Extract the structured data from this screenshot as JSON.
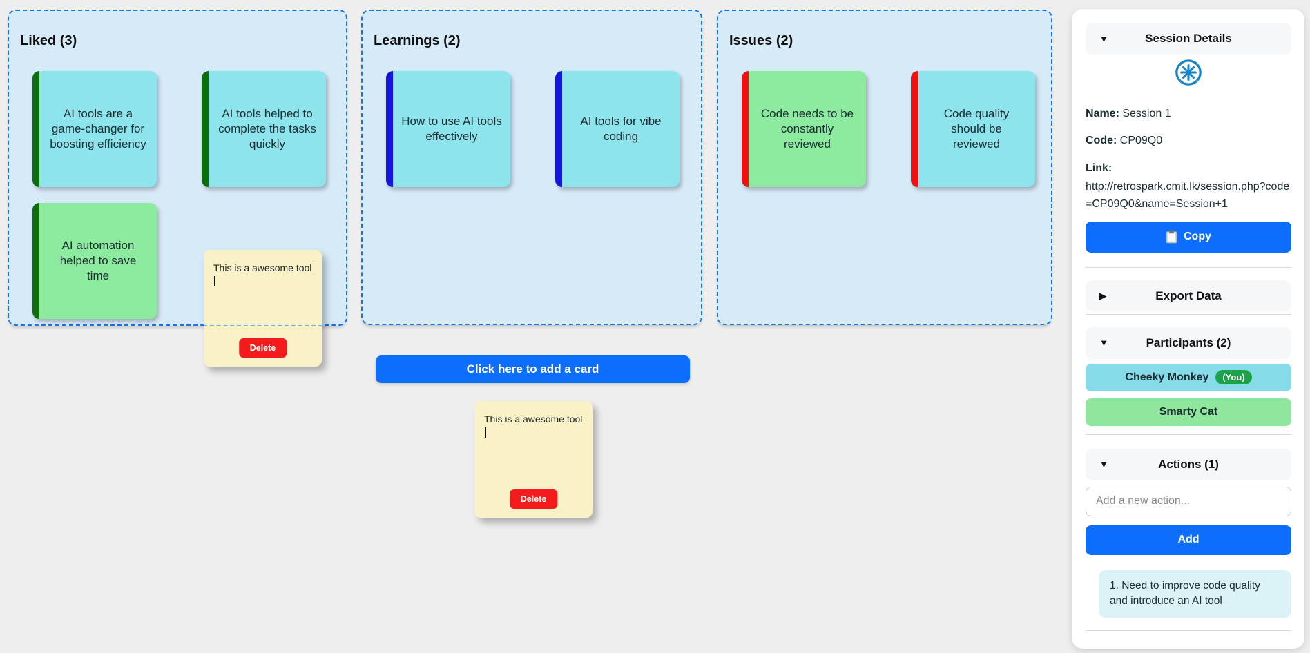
{
  "board": {
    "columns": [
      {
        "title": "Liked (3)",
        "cards": [
          {
            "text": "AI tools are a game-changer for boosting efficiency",
            "bg": "cyan",
            "stripe": "green"
          },
          {
            "text": "AI tools helped to complete the tasks quickly",
            "bg": "cyan",
            "stripe": "green"
          },
          {
            "text": "AI automation helped to save time",
            "bg": "green",
            "stripe": "green"
          }
        ]
      },
      {
        "title": "Learnings (2)",
        "cards": [
          {
            "text": "How to use AI tools effectively",
            "bg": "cyan",
            "stripe": "blue"
          },
          {
            "text": "AI tools for vibe coding",
            "bg": "cyan",
            "stripe": "blue"
          }
        ]
      },
      {
        "title": "Issues (2)",
        "cards": [
          {
            "text": "Code needs to be constantly reviewed",
            "bg": "green",
            "stripe": "red"
          },
          {
            "text": "Code quality should be reviewed",
            "bg": "cyan",
            "stripe": "red"
          }
        ]
      }
    ],
    "add_card_button": "Click here to add a card",
    "sticky_notes": [
      {
        "text": "This is a awesome tool",
        "delete_label": "Delete"
      },
      {
        "text": "This is a awesome tool",
        "delete_label": "Delete"
      }
    ]
  },
  "sidebar": {
    "session_details": {
      "collapse_icon": "▼",
      "title": "Session Details",
      "name_label": "Name:",
      "name_value": "Session 1",
      "code_label": "Code:",
      "code_value": "CP09Q0",
      "link_label": "Link:",
      "link_value": "http://retrospark.cmit.lk/session.php?code=CP09Q0&name=Session+1",
      "copy_button": "Copy"
    },
    "export_data": {
      "expand_icon": "▶",
      "title": "Export Data"
    },
    "participants": {
      "collapse_icon": "▼",
      "title": "Participants (2)",
      "items": [
        {
          "name": "Cheeky Monkey",
          "badge": "(You)"
        },
        {
          "name": "Smarty Cat",
          "badge": ""
        }
      ]
    },
    "actions": {
      "collapse_icon": "▼",
      "title": "Actions (1)",
      "input_placeholder": "Add a new action...",
      "add_button": "Add",
      "items": [
        "1. Need to improve code quality and introduce an AI tool"
      ]
    }
  },
  "colors": {
    "accent_blue": "#0d6efd",
    "column_bg": "#d7eaf8",
    "column_border_blue": "#1776e6",
    "card_cyan": "#8ee4ec",
    "card_green": "#8deb9f",
    "stripe_green": "#0a6e0a",
    "stripe_blue": "#1515dd",
    "stripe_red": "#ee1111",
    "note_yellow": "#f9f2c6",
    "delete_red": "#f31b1b",
    "participant_cyan": "#85dce8",
    "participant_green": "#90e69c",
    "you_badge_green": "#1ca24b",
    "action_item_bg": "#dbf3f7",
    "spinner_blue": "#1583c5"
  }
}
